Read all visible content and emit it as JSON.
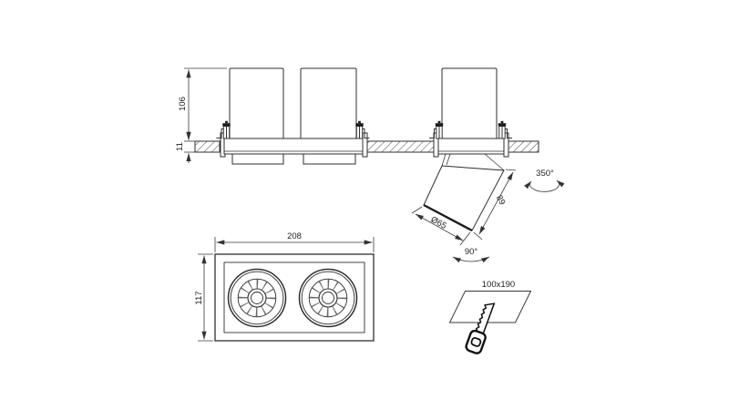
{
  "meta": {
    "background_color": "#ffffff",
    "line_color": "#2f2f2f",
    "text_color": "#1f1f1f",
    "drawing_type": "recessed double spotlight technical drawing"
  },
  "section_view": {
    "dims": {
      "height": "106",
      "recess_depth": "11",
      "lamp_diameter": "Ø65",
      "lamp_length": "89"
    },
    "angles": {
      "rotation": "350°",
      "tilt": "90°"
    }
  },
  "plan_view": {
    "dims": {
      "width": "208",
      "height": "117"
    }
  },
  "cutout_view": {
    "cut_size": "100x190"
  }
}
